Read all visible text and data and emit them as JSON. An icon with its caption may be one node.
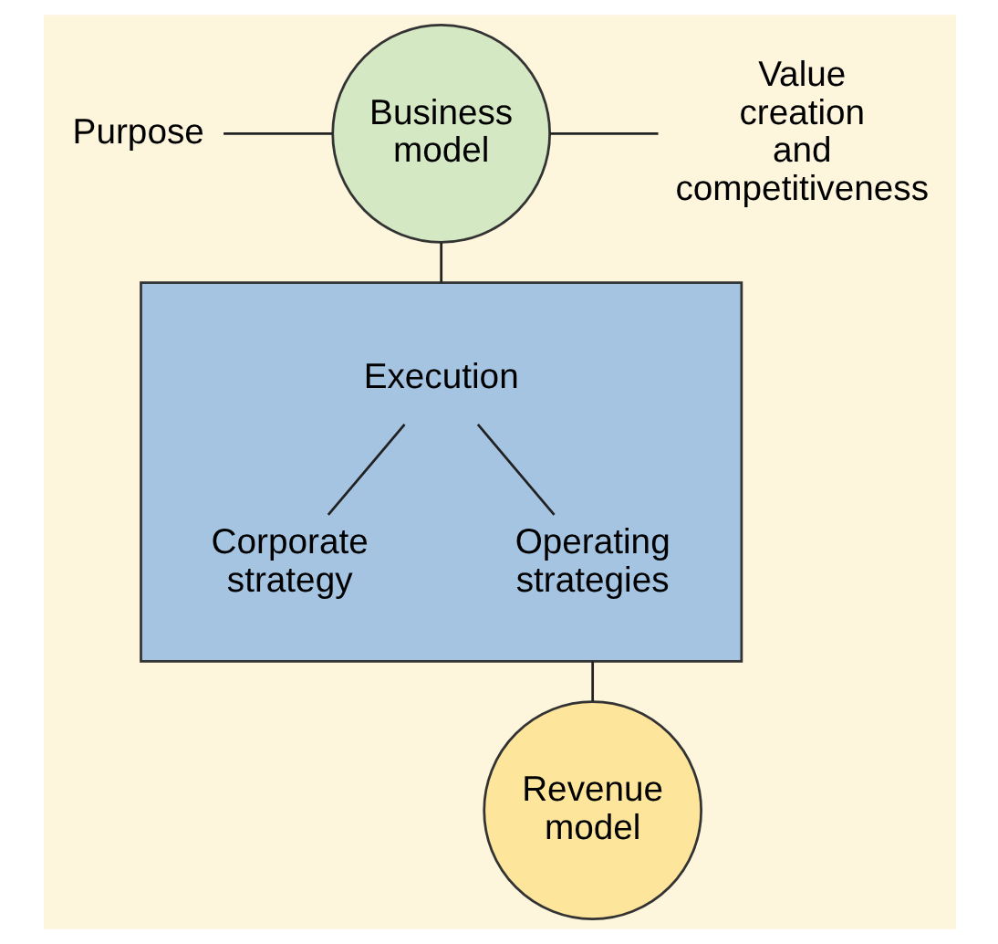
{
  "diagram": {
    "nodes": [
      {
        "text": [
          "Purpose"
        ]
      },
      {
        "text": [
          "Business model"
        ]
      },
      {
        "text": [
          "Value creation and competitiveness"
        ]
      },
      {
        "text": [],
        "shape": "box"
      },
      {
        "text": [
          "Execution"
        ],
        "in": 3
      },
      {
        "text": [
          "Corporate strategy"
        ],
        "in": 3
      },
      {
        "text": [
          "Operating strategies"
        ],
        "in": 3
      },
      {
        "text": [
          "Revenue model"
        ]
      }
    ],
    "edges": [
      {
        "from": 0,
        "to": 1,
        "arrow": "none"
      },
      {
        "from": 1,
        "to": 2,
        "arrow": "none"
      },
      {
        "from": 1,
        "to": 3,
        "arrow": "none"
      },
      {
        "from": 4,
        "to": 5,
        "arrow": "none"
      },
      {
        "from": 4,
        "to": 6,
        "arrow": "none"
      },
      {
        "from": 3,
        "to": 7,
        "arrow": "none"
      }
    ]
  }
}
